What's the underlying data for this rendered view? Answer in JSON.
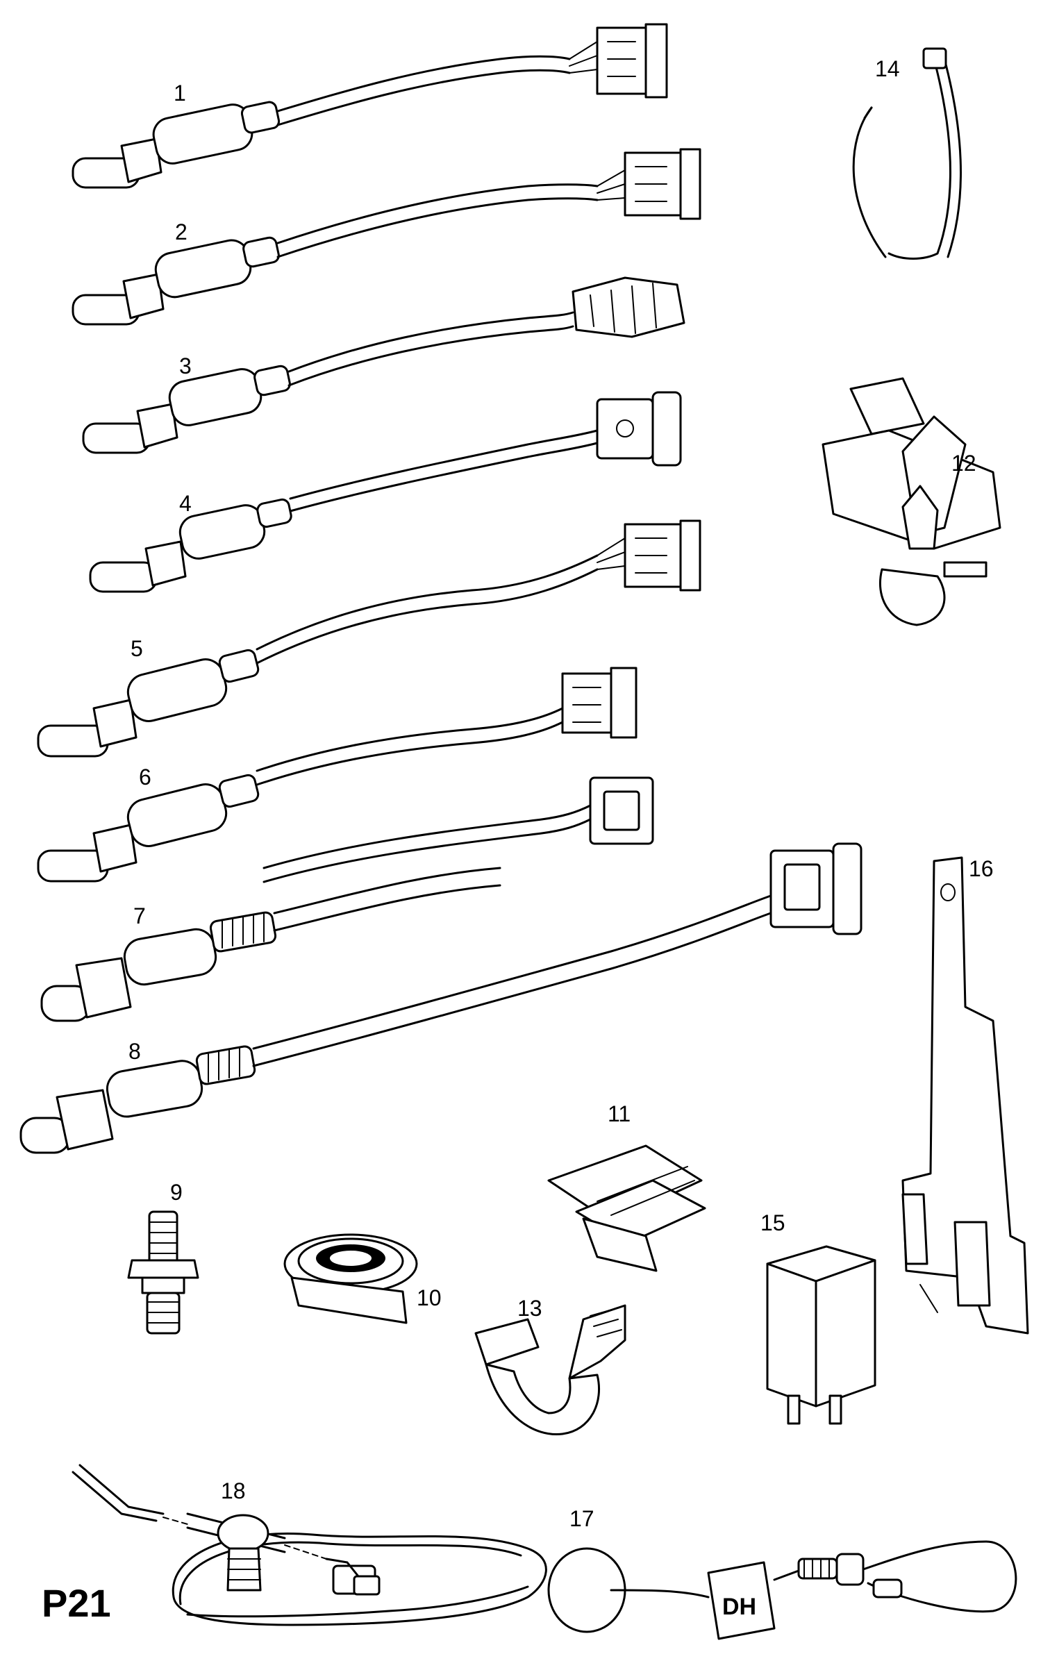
{
  "page": {
    "code": "P21",
    "ink_color": "#000000",
    "paper_color": "#ffffff"
  },
  "callouts": [
    "1",
    "2",
    "3",
    "4",
    "5",
    "6",
    "7",
    "8",
    "9",
    "10",
    "11",
    "12",
    "13",
    "14",
    "15",
    "16",
    "17",
    "18"
  ],
  "labels": {
    "dh_tag": "DH"
  }
}
